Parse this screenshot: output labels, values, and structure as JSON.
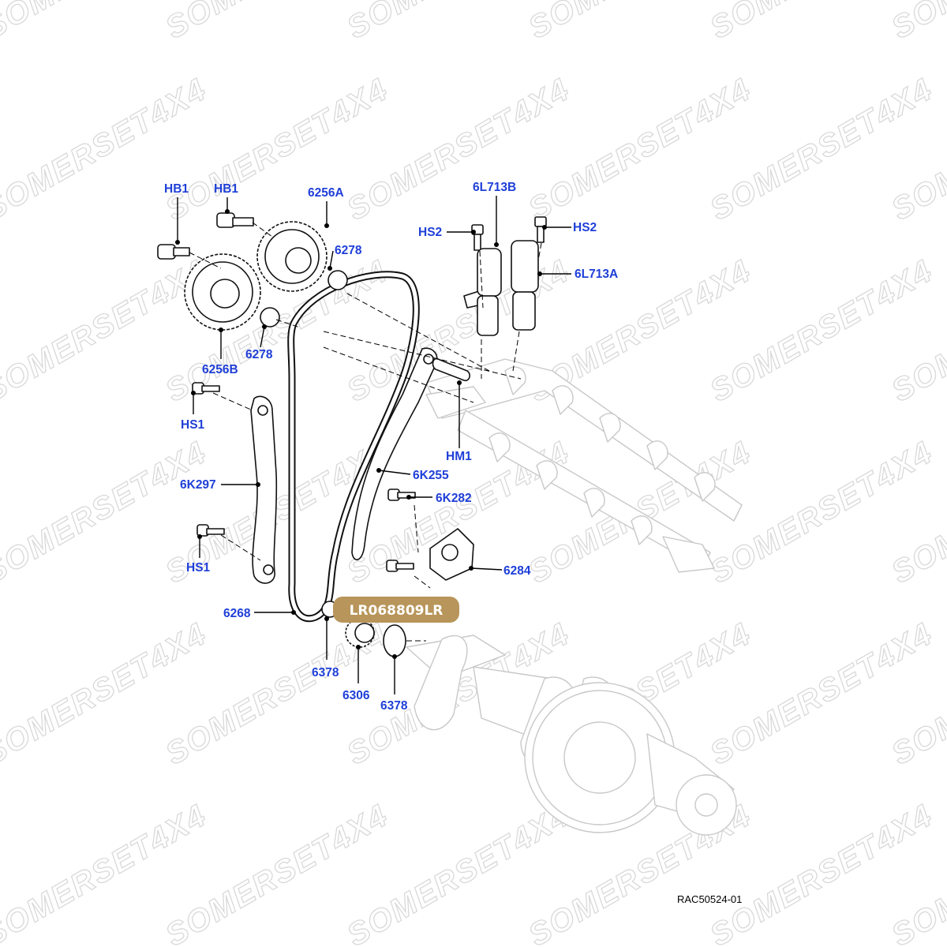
{
  "watermark": "SOMERSET4X4",
  "reference_code": "RAC50524-01",
  "highlight": {
    "part_number": "LR068809LR",
    "color": "#b8955a"
  },
  "label_color": "#1f3fd8",
  "labels": {
    "hb1_left": "HB1",
    "hb1_right": "HB1",
    "sprocket_a": "6256A",
    "washer_upper": "6278",
    "washer_lower": "6278",
    "sprocket_b": "6256B",
    "solenoid_b": "6L713B",
    "hs2_left": "HS2",
    "hs2_right": "HS2",
    "solenoid_a": "6L713A",
    "hs1_upper": "HS1",
    "guide_left": "6K297",
    "hm1": "HM1",
    "guide_right": "6K255",
    "bolt_6k282": "6K282",
    "hs1_lower": "HS1",
    "tensioner": "6284",
    "chain": "6268",
    "seal_left": "6378",
    "crank_sprocket": "6306",
    "seal_right": "6378"
  }
}
